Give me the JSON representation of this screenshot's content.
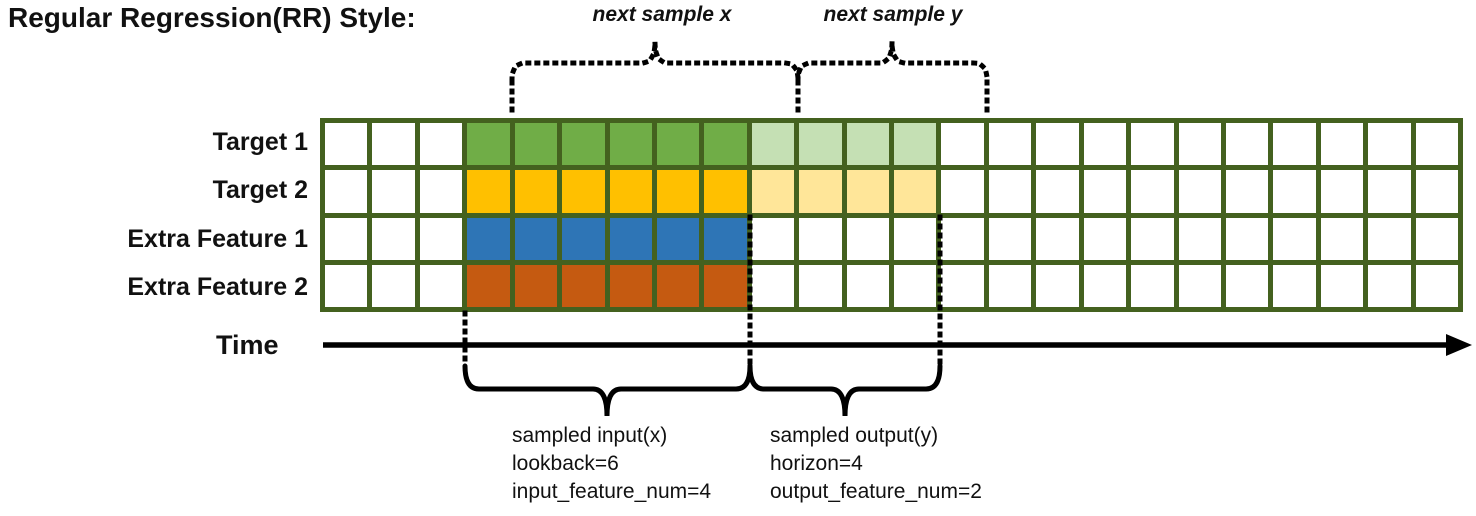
{
  "title": "Regular Regression(RR) Style:",
  "colors": {
    "grid_line": "#44611f",
    "target1_input": "#70AD47",
    "target1_output": "#C5E0B4",
    "target2_input": "#FFC000",
    "target2_output": "#FFE699",
    "extra1_input": "#2E75B6",
    "extra2_input": "#C55A11",
    "annotation": "#000000"
  },
  "grid": {
    "total_columns": 24,
    "empty_prefix_columns": 3,
    "lookback": 6,
    "horizon": 4,
    "rows": [
      {
        "label": "Target 1",
        "input_color": "#70AD47",
        "output_color": "#C5E0B4"
      },
      {
        "label": "Target 2",
        "input_color": "#FFC000",
        "output_color": "#FFE699"
      },
      {
        "label": "Extra Feature 1",
        "input_color": "#2E75B6",
        "output_color": null
      },
      {
        "label": "Extra Feature 2",
        "input_color": "#C55A11",
        "output_color": null
      }
    ]
  },
  "annotations": {
    "next_sample_x": "next sample x",
    "next_sample_y": "next sample y",
    "time_label": "Time",
    "input_lines": [
      "sampled input(x)",
      "lookback=6",
      "input_feature_num=4"
    ],
    "output_lines": [
      "sampled output(y)",
      "horizon=4",
      "output_feature_num=2"
    ]
  }
}
